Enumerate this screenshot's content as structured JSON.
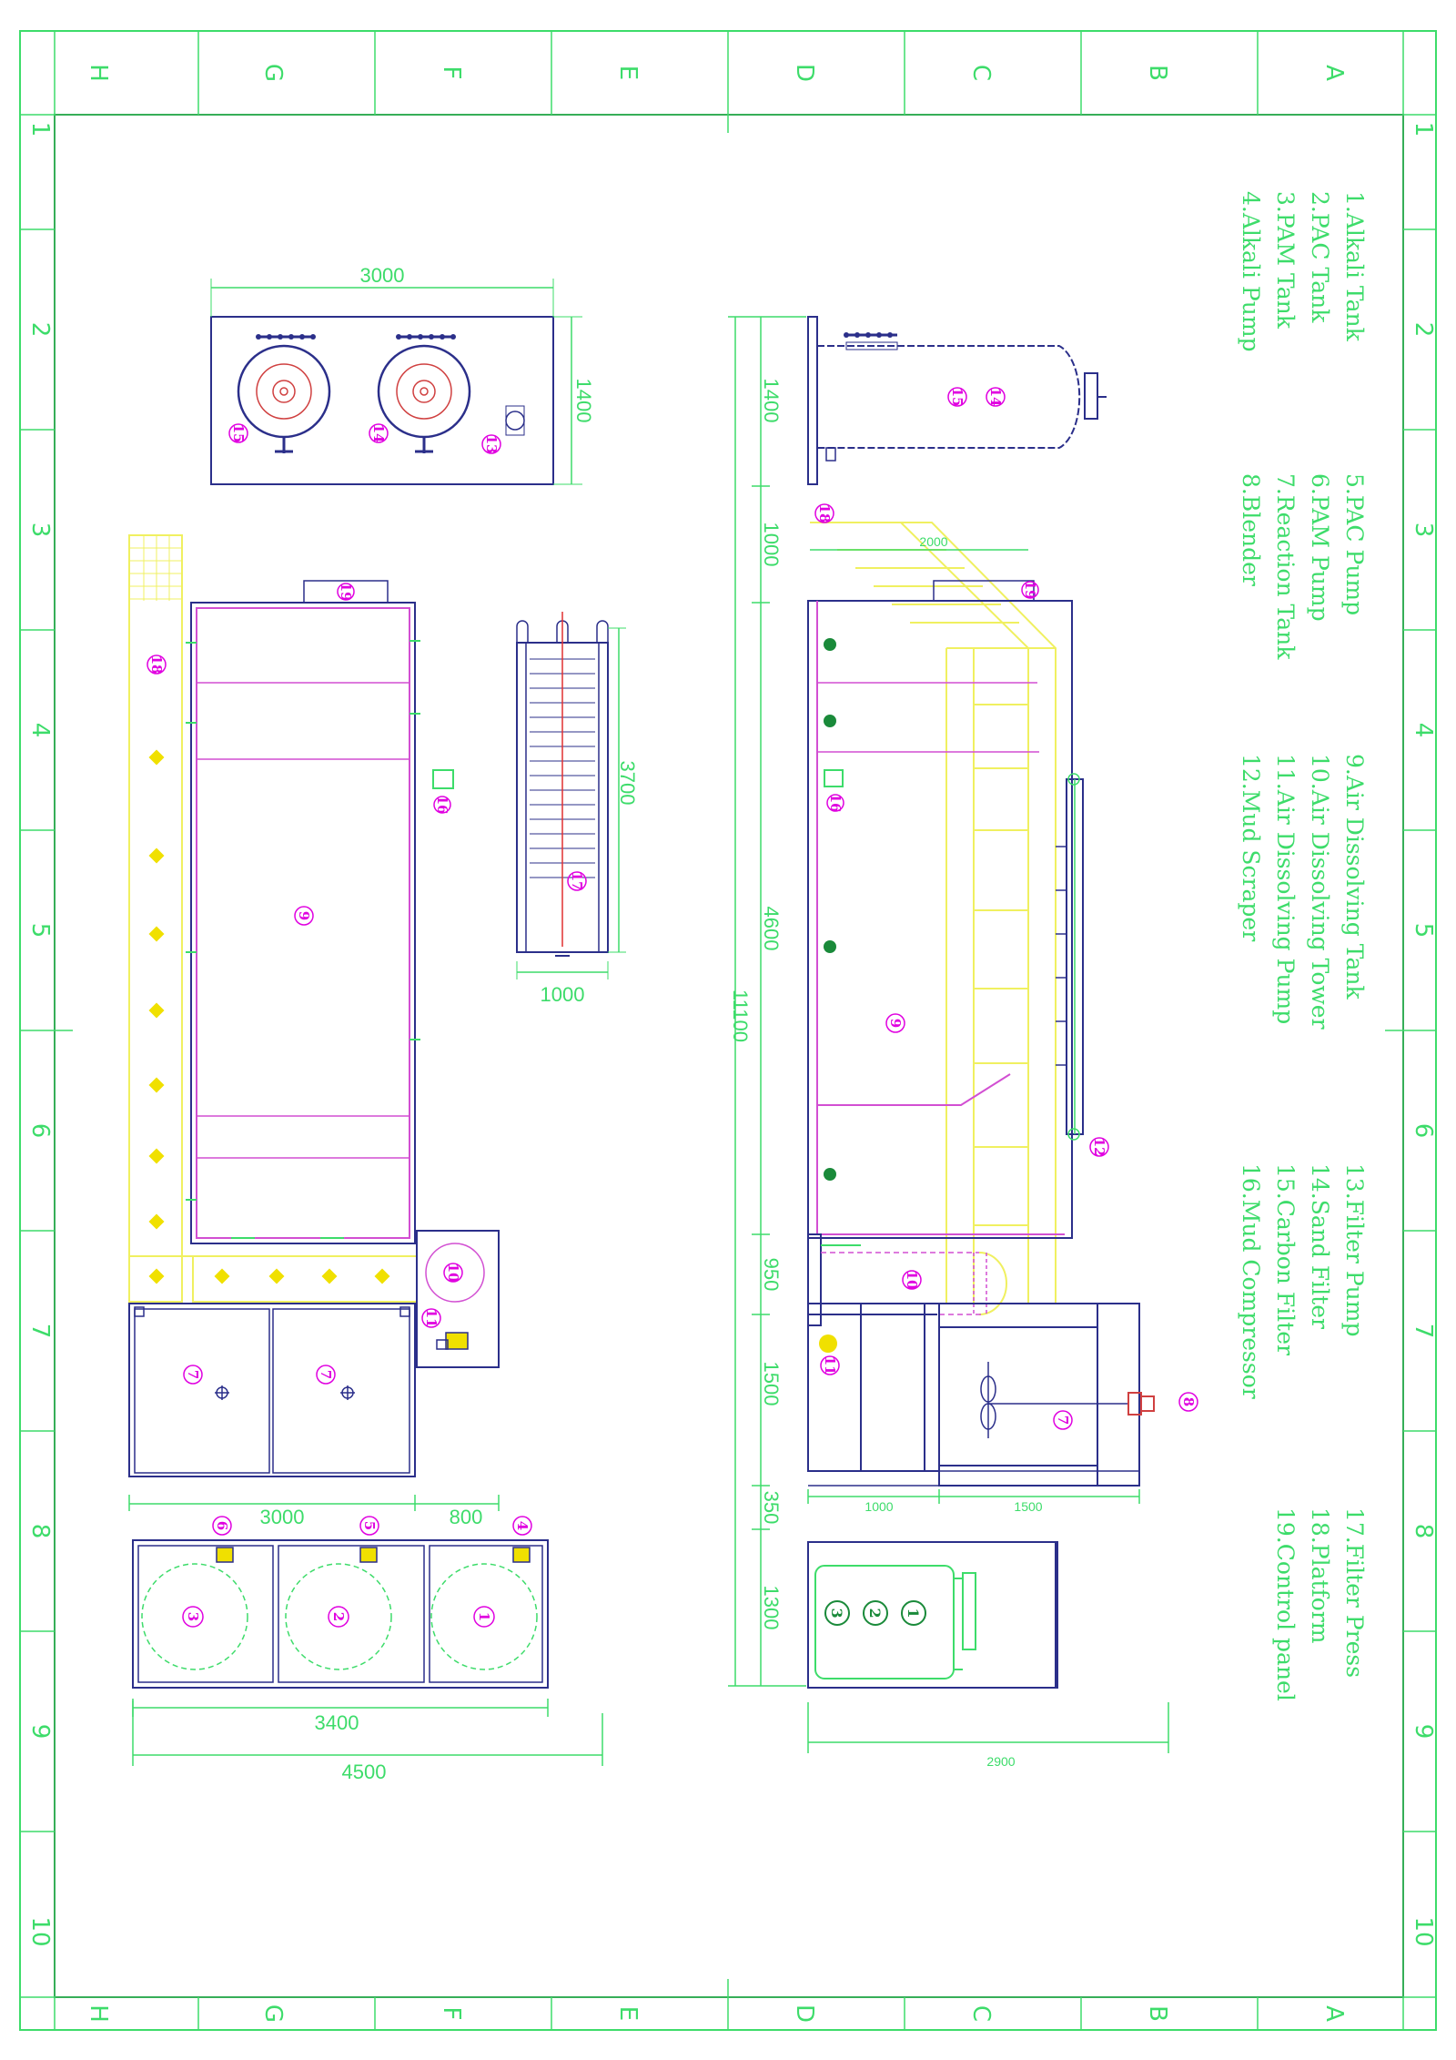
{
  "frame": {
    "zone_letters_top": [
      "H",
      "G",
      "F",
      "E",
      "D",
      "C",
      "B",
      "A"
    ],
    "zone_letters_bottom": [
      "H",
      "G",
      "F",
      "E",
      "D",
      "C",
      "B",
      "A"
    ],
    "zone_numbers": [
      "1",
      "2",
      "3",
      "4",
      "5",
      "6",
      "7",
      "8",
      "9",
      "10"
    ]
  },
  "legend": {
    "col1": [
      "1.Alkali Tank",
      "2.PAC Tank",
      "3.PAM Tank",
      "4.Alkali Pump"
    ],
    "col2": [
      "5.PAC Pump",
      "6.PAM Pump",
      "7.Reaction Tank",
      "8.Blender"
    ],
    "col3": [
      "9.Air Dissolving Tank",
      "10.Air Dissolving Tower",
      "11.Air Dissolving Pump",
      "12.Mud Scraper"
    ],
    "col4": [
      "13.Filter Pump",
      "14.Sand Filter",
      "15.Carbon Filter",
      "16.Mud Compressor"
    ],
    "col5": [
      "17.Filter Press",
      "18.Platform",
      "19.Control panel"
    ]
  },
  "dimensions": {
    "filter_w": "3000",
    "filter_h": "1400",
    "press_len": "3700",
    "press_w": "1000",
    "reaction_w": "3000",
    "reaction_pump": "800",
    "dosing_w": "3400",
    "total_w": "4500",
    "side_1400": "1400",
    "side_1000": "1000",
    "side_4600": "4600",
    "side_950": "950",
    "side_1500": "1500",
    "side_350": "350",
    "side_1300": "1300",
    "total_len": "11100",
    "platform_2000": "2000",
    "base_1000": "1000",
    "base_1500": "1500",
    "dosing_2900": "2900"
  },
  "tags": {
    "t1": "1",
    "t2": "2",
    "t3": "3",
    "t4": "4",
    "t5": "5",
    "t6": "6",
    "t7": "7",
    "t8": "8",
    "t9": "9",
    "t10": "10",
    "t11": "11",
    "t12": "12",
    "t13": "13",
    "t14": "14",
    "t15": "15",
    "t16": "16",
    "t17": "17",
    "t18": "18",
    "t19": "19"
  },
  "colors": {
    "border": "#3ddc6a",
    "equipment": "#2b2f8a",
    "tank": "#d24fd2",
    "platform": "#f0f060",
    "pipe": "#e03030",
    "accent": "#e000e0"
  }
}
